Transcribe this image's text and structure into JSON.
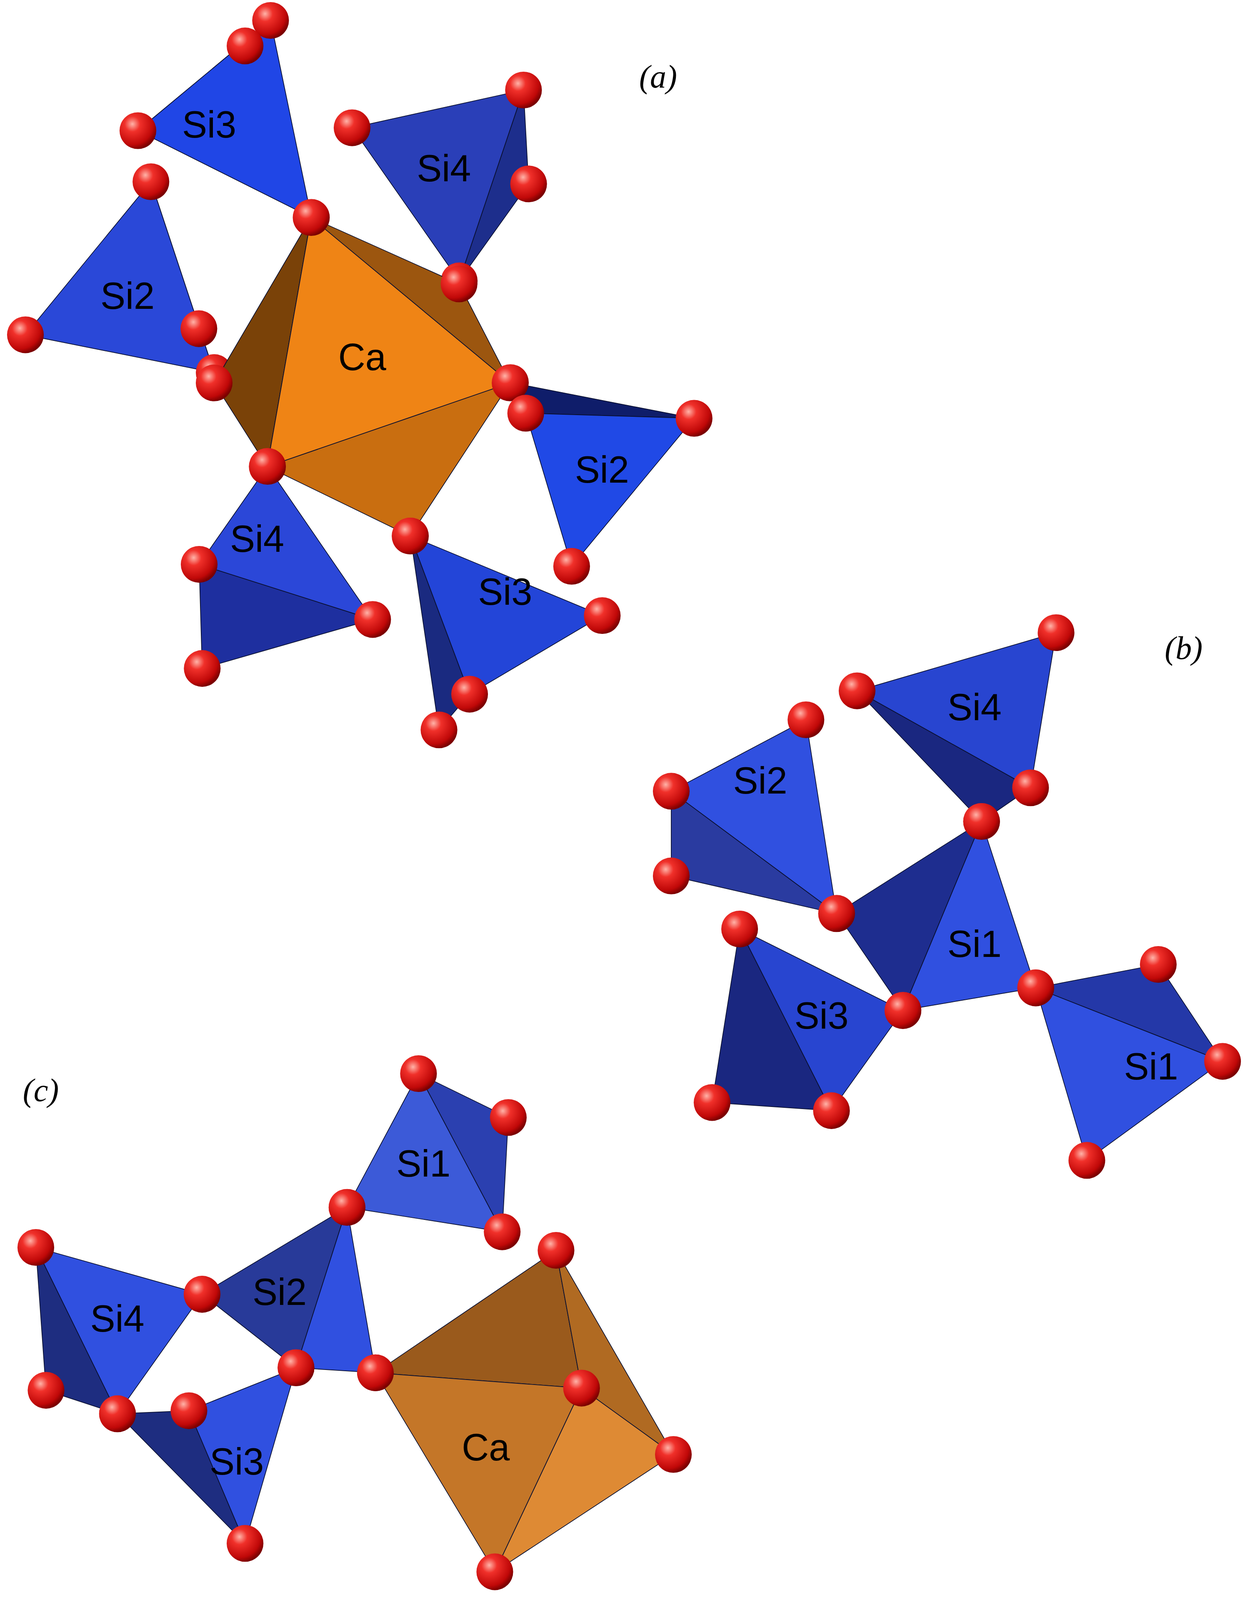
{
  "diagram": {
    "nodes": [
      {
        "text": [
          "Si3"
        ]
      },
      {
        "text": [
          "Si4"
        ]
      },
      {
        "text": [
          "Si2"
        ]
      },
      {
        "text": [
          "Ca"
        ]
      },
      {
        "text": [
          "Si2"
        ]
      },
      {
        "text": [
          "Si4"
        ]
      },
      {
        "text": [
          "Si3"
        ]
      },
      {
        "text": [
          "Si4"
        ]
      },
      {
        "text": [
          "Si2"
        ]
      },
      {
        "text": [
          "Si1"
        ]
      },
      {
        "text": [
          "Si3"
        ]
      },
      {
        "text": [
          "Si1"
        ]
      },
      {
        "text": [
          "Si1"
        ]
      },
      {
        "text": [
          "Si4"
        ]
      },
      {
        "text": [
          "Si2"
        ]
      },
      {
        "text": [
          "Si3"
        ]
      },
      {
        "text": [
          "Ca"
        ]
      }
    ],
    "labels": [
      "(a)",
      "(b)",
      "(c)"
    ]
  }
}
